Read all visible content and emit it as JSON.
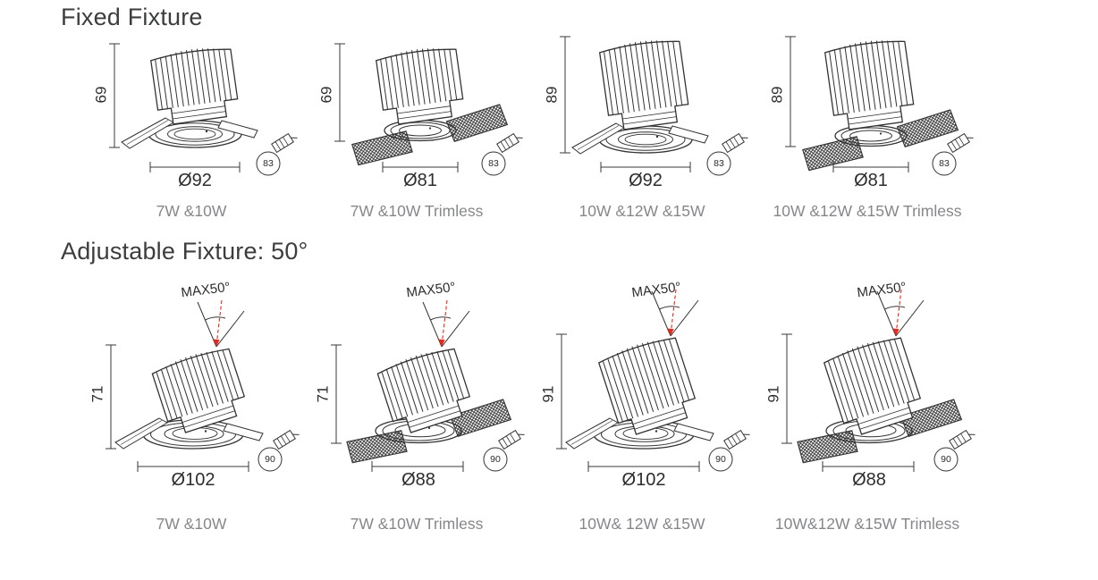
{
  "sections": [
    {
      "title": "Fixed Fixture",
      "fixtures": [
        {
          "height": "69",
          "diameter": "Ø92",
          "cutout": "83",
          "label": "7W &10W"
        },
        {
          "height": "69",
          "diameter": "Ø81",
          "cutout": "83",
          "label": "7W &10W Trimless"
        },
        {
          "height": "89",
          "diameter": "Ø92",
          "cutout": "83",
          "label": "10W &12W &15W"
        },
        {
          "height": "89",
          "diameter": "Ø81",
          "cutout": "83",
          "label": "10W &12W &15W Trimless"
        }
      ]
    },
    {
      "title": "Adjustable Fixture: 50°",
      "max_angle": "MAX50°",
      "fixtures": [
        {
          "height": "71",
          "diameter": "Ø102",
          "cutout": "90",
          "label": "7W &10W"
        },
        {
          "height": "71",
          "diameter": "Ø88",
          "cutout": "90",
          "label": "7W &10W Trimless"
        },
        {
          "height": "91",
          "diameter": "Ø102",
          "cutout": "90",
          "label": "10W& 12W &15W"
        },
        {
          "height": "91",
          "diameter": "Ø88",
          "cutout": "90",
          "label": "10W&12W &15W Trimless"
        }
      ]
    }
  ],
  "colors": {
    "line": "#3a3a3c",
    "text": "#2c2d2f",
    "muted": "#85878a",
    "accent_red": "#e8291c"
  }
}
